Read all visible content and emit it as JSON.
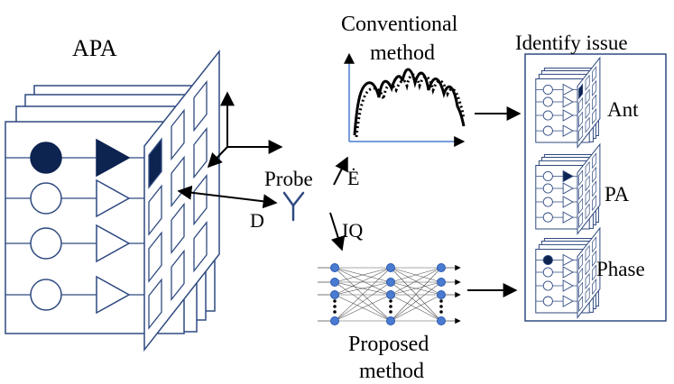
{
  "labels": {
    "apa": "APA",
    "conventional": [
      "Conventional",
      "method"
    ],
    "identify": "Identify issue",
    "probe": "Probe",
    "e_field": "Ė",
    "distance": "D",
    "iq": "IQ",
    "proposed": [
      "Proposed",
      "method"
    ],
    "issues": {
      "ant": "Ant",
      "pa": "PA",
      "phase": "Phase"
    }
  },
  "colors": {
    "outline": "#2f4a80",
    "fill_dark": "#0d2350",
    "node_fill": "#4a7bd1",
    "node_stroke": "#2a5ab0",
    "curve": "#000000"
  }
}
